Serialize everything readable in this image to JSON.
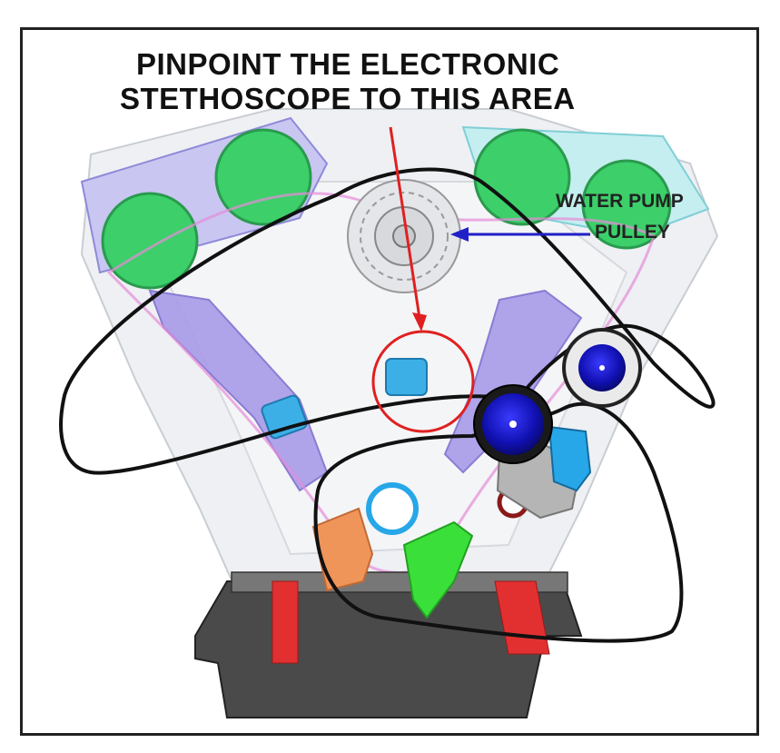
{
  "title": {
    "line1": "PINPOINT THE ELECTRONIC",
    "line2": "STETHOSCOPE TO THIS AREA"
  },
  "callout": {
    "line1": "WATER PUMP",
    "line2": "PULLEY"
  },
  "colors": {
    "frame": "#222222",
    "belt": "#111111",
    "arrow_red": "#e02020",
    "arrow_blue": "#2020c8",
    "highlight_circle": "#e02020",
    "pulley_blue": "#1212b0",
    "gear_green": "#3ccf6a",
    "guide_purple": "#a89be8",
    "tensioner_cyan": "#27a7e8",
    "oil_pan": "#4a4a4a",
    "bracket_orange": "#f0955a",
    "guide_green": "#3adf3a",
    "red_part": "#e23030"
  },
  "icons": [
    "water-pump-pulley",
    "idler-pulley",
    "tensioner-pulley",
    "cam-gear",
    "oil-pan",
    "serpentine-belt"
  ]
}
